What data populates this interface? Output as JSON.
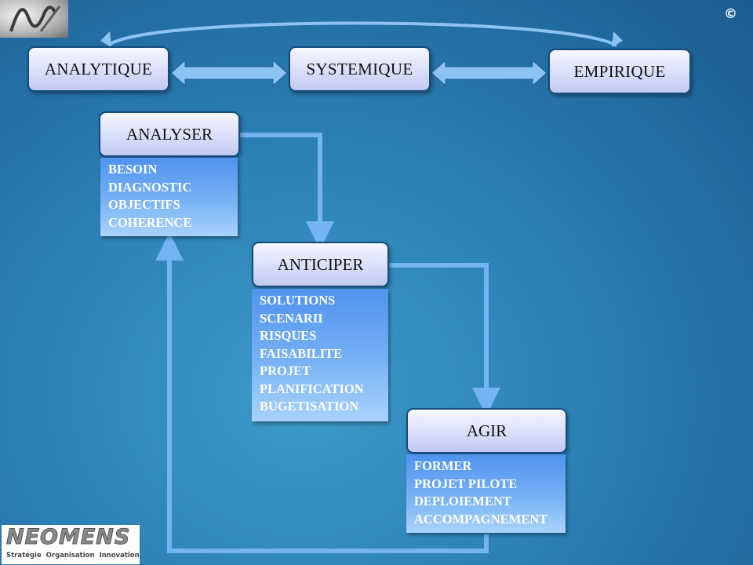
{
  "slide": {
    "copyright": "©",
    "top_boxes": [
      "ANALYTIQUE",
      "SYSTEMIQUE",
      "EMPIRIQUE"
    ],
    "steps": [
      {
        "title": "ANALYSER",
        "items": [
          "BESOIN",
          "DIAGNOSTIC",
          "OBJECTIFS",
          "COHERENCE"
        ]
      },
      {
        "title": "ANTICIPER",
        "items": [
          "SOLUTIONS",
          "SCENARII",
          "RISQUES",
          "FAISABILITE",
          "PROJET",
          "PLANIFICATION",
          "BUGETISATION"
        ]
      },
      {
        "title": "AGIR",
        "items": [
          "FORMER",
          "PROJET PILOTE",
          "DEPLOIEMENT",
          "ACCOMPAGNEMENT"
        ]
      }
    ],
    "logo": {
      "name": "NEOMENS",
      "tagline": [
        "Stratégie",
        "Organisation",
        "Innovation"
      ]
    },
    "colors": {
      "background": "#2b7fb4",
      "arrow": "#74b4f2",
      "box_fill": "#d8dcfa",
      "box_border": "#134c7c",
      "list_fill": "#6aa8f3"
    }
  }
}
